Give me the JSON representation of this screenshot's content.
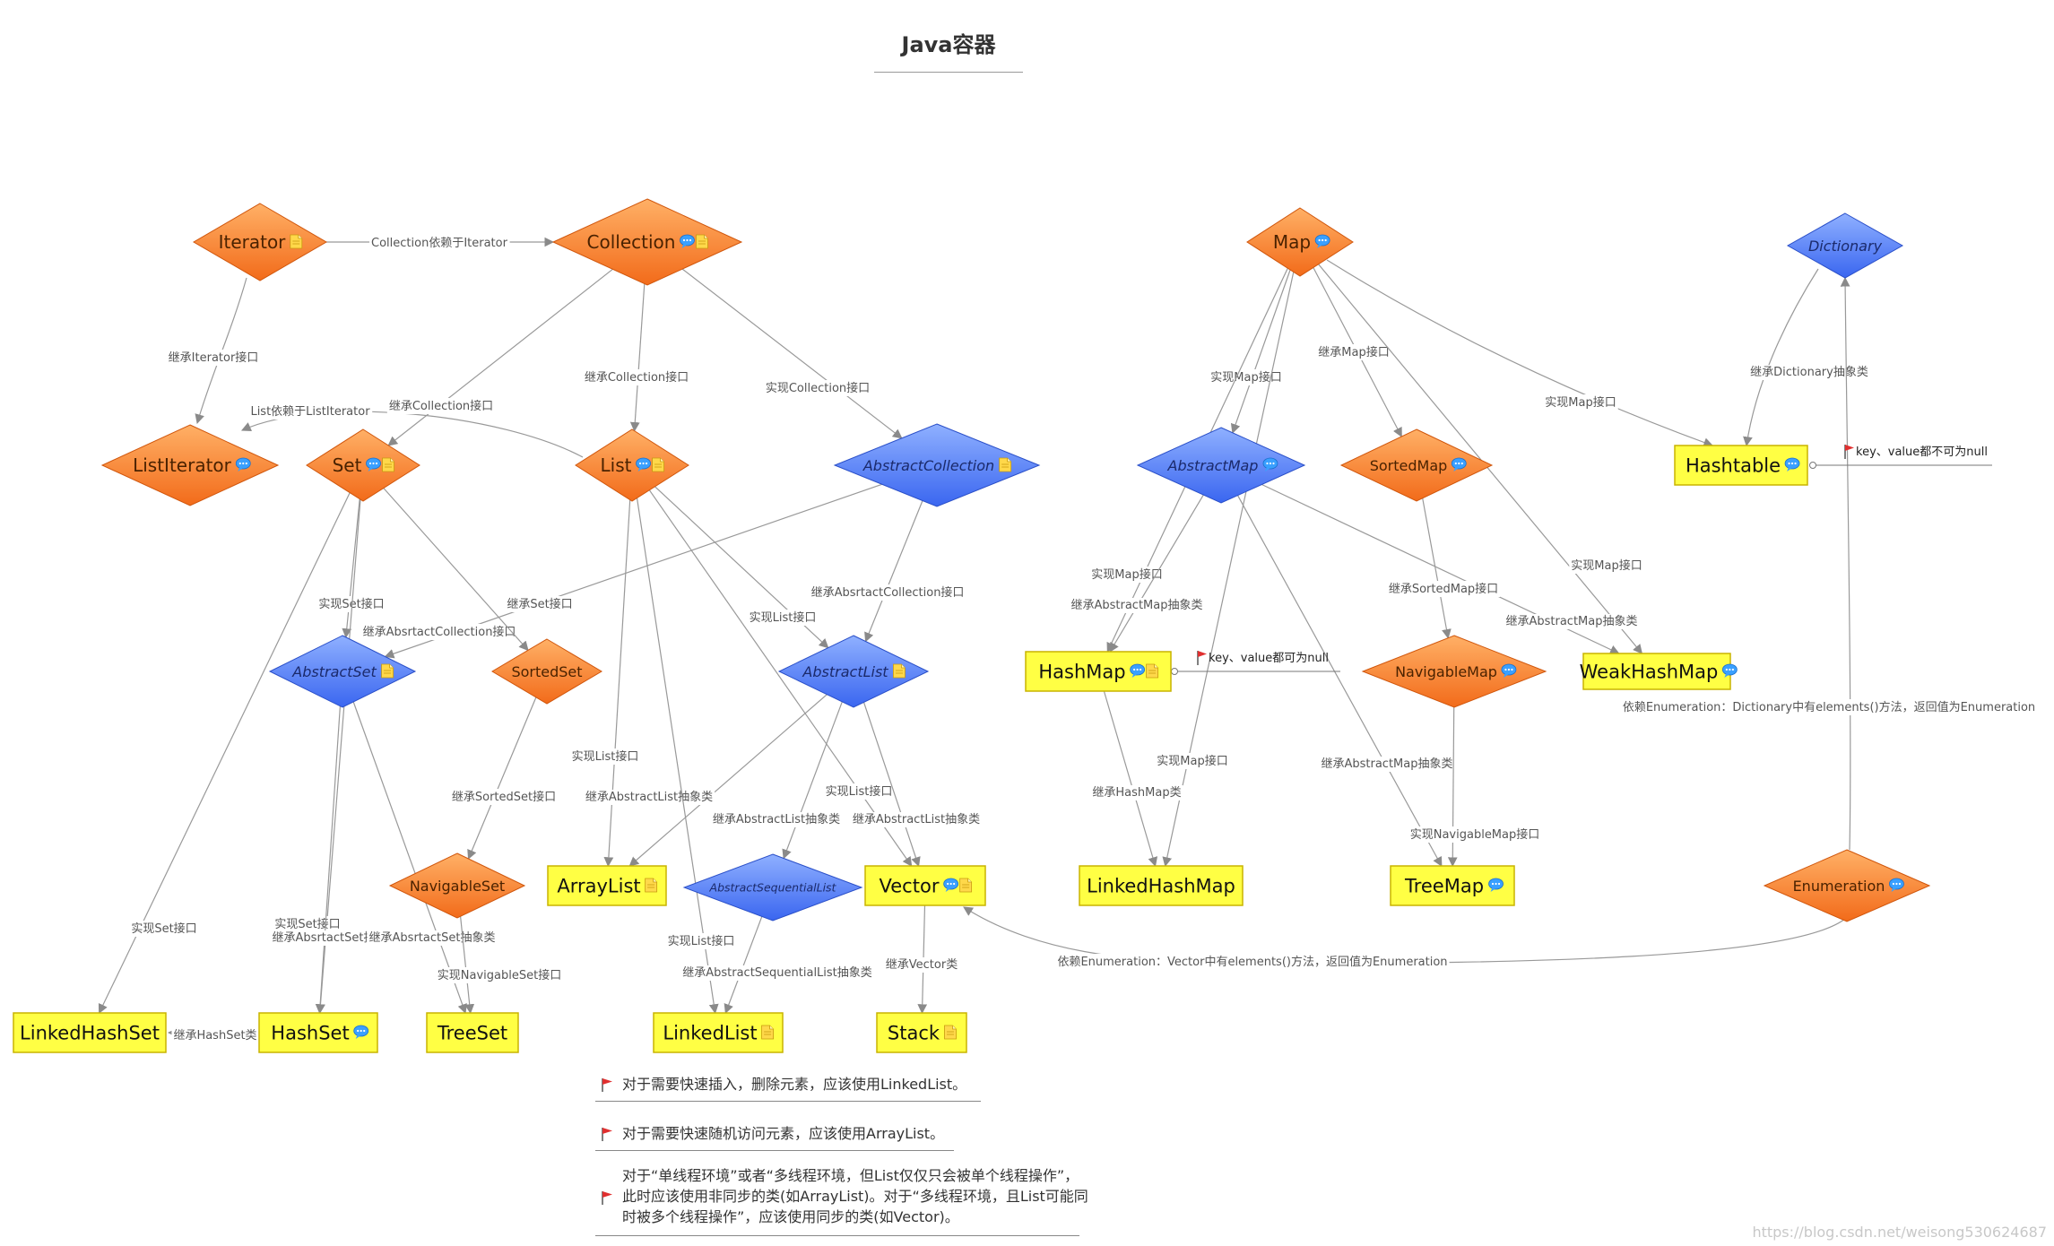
{
  "title": "Java容器",
  "watermark": "https://blog.csdn.net/weisong530624687",
  "colors": {
    "interface_fill_top": "#ffb066",
    "interface_fill_bottom": "#f26b1a",
    "abstract_fill_top": "#8fb0ff",
    "abstract_fill_bottom": "#3a66f0",
    "class_fill": "#ffff44",
    "class_border": "#c8b400",
    "edge": "#999999",
    "flag": "#e03030"
  },
  "nodes": [
    {
      "id": "iterator",
      "label": "Iterator",
      "kind": "interface",
      "icons": [
        "note"
      ]
    },
    {
      "id": "collection",
      "label": "Collection",
      "kind": "interface",
      "icons": [
        "comment",
        "note"
      ]
    },
    {
      "id": "map",
      "label": "Map",
      "kind": "interface",
      "icons": [
        "comment"
      ]
    },
    {
      "id": "dictionary",
      "label": "Dictionary",
      "kind": "abstract",
      "icons": []
    },
    {
      "id": "listiterator",
      "label": "ListIterator",
      "kind": "interface",
      "icons": [
        "comment"
      ]
    },
    {
      "id": "set",
      "label": "Set",
      "kind": "interface",
      "icons": [
        "comment",
        "note"
      ]
    },
    {
      "id": "list",
      "label": "List",
      "kind": "interface",
      "icons": [
        "comment",
        "note"
      ]
    },
    {
      "id": "abstractcollection",
      "label": "AbstractCollection",
      "kind": "abstract",
      "icons": [
        "note"
      ]
    },
    {
      "id": "abstractmap",
      "label": "AbstractMap",
      "kind": "abstract",
      "icons": [
        "comment"
      ]
    },
    {
      "id": "sortedmap",
      "label": "SortedMap",
      "kind": "interface",
      "icons": [
        "comment"
      ]
    },
    {
      "id": "hashtable",
      "label": "Hashtable",
      "kind": "class",
      "icons": [
        "comment"
      ]
    },
    {
      "id": "abstractset",
      "label": "AbstractSet",
      "kind": "abstract",
      "icons": [
        "note"
      ]
    },
    {
      "id": "sortedset",
      "label": "SortedSet",
      "kind": "interface",
      "icons": []
    },
    {
      "id": "abstractlist",
      "label": "AbstractList",
      "kind": "abstract",
      "icons": [
        "note"
      ]
    },
    {
      "id": "hashmap",
      "label": "HashMap",
      "kind": "class",
      "icons": [
        "comment",
        "note"
      ]
    },
    {
      "id": "navigablemap",
      "label": "NavigableMap",
      "kind": "interface",
      "icons": [
        "comment"
      ]
    },
    {
      "id": "weakhashmap",
      "label": "WeakHashMap",
      "kind": "class",
      "icons": [
        "comment"
      ]
    },
    {
      "id": "navigableset",
      "label": "NavigableSet",
      "kind": "interface",
      "icons": []
    },
    {
      "id": "arraylist",
      "label": "ArrayList",
      "kind": "class",
      "icons": [
        "note"
      ]
    },
    {
      "id": "abstractsequentiallist",
      "label": "AbstractSequentialList",
      "kind": "abstract",
      "icons": []
    },
    {
      "id": "vector",
      "label": "Vector",
      "kind": "class",
      "icons": [
        "comment",
        "note"
      ]
    },
    {
      "id": "linkedhashmap",
      "label": "LinkedHashMap",
      "kind": "class",
      "icons": []
    },
    {
      "id": "treemap",
      "label": "TreeMap",
      "kind": "class",
      "icons": [
        "comment"
      ]
    },
    {
      "id": "enumeration",
      "label": "Enumeration",
      "kind": "interface",
      "icons": [
        "comment"
      ]
    },
    {
      "id": "linkedhashset",
      "label": "LinkedHashSet",
      "kind": "class",
      "icons": []
    },
    {
      "id": "hashset",
      "label": "HashSet",
      "kind": "class",
      "icons": [
        "comment"
      ]
    },
    {
      "id": "treeset",
      "label": "TreeSet",
      "kind": "class",
      "icons": []
    },
    {
      "id": "linkedlist",
      "label": "LinkedList",
      "kind": "class",
      "icons": [
        "note"
      ]
    },
    {
      "id": "stack",
      "label": "Stack",
      "kind": "class",
      "icons": [
        "note"
      ]
    }
  ],
  "edges": [
    {
      "from": "iterator",
      "to": "collection",
      "label": "Collection依赖于Iterator"
    },
    {
      "from": "iterator",
      "to": "listiterator",
      "label": "继承Iterator接口"
    },
    {
      "from": "list",
      "to": "listiterator",
      "label": "List依赖于ListIterator"
    },
    {
      "from": "collection",
      "to": "set",
      "label": "继承Collection接口"
    },
    {
      "from": "collection",
      "to": "list",
      "label": "继承Collection接口"
    },
    {
      "from": "collection",
      "to": "abstractcollection",
      "label": "实现Collection接口"
    },
    {
      "from": "set",
      "to": "abstractset",
      "label": "实现Set接口"
    },
    {
      "from": "abstractcollection",
      "to": "abstractset",
      "label": "继承AbsrtactCollection接口"
    },
    {
      "from": "set",
      "to": "sortedset",
      "label": "继承Set接口"
    },
    {
      "from": "abstractcollection",
      "to": "abstractlist",
      "label": "继承AbsrtactCollection接口"
    },
    {
      "from": "list",
      "to": "abstractlist",
      "label": "实现List接口"
    },
    {
      "from": "set",
      "to": "linkedhashset",
      "label": "实现Set接口"
    },
    {
      "from": "set",
      "to": "hashset",
      "label": "实现Set接口"
    },
    {
      "from": "abstractset",
      "to": "hashset",
      "label": "继承AbsrtactSet抽象类"
    },
    {
      "from": "abstractset",
      "to": "treeset",
      "label": "继承AbsrtactSet抽象类"
    },
    {
      "from": "hashset",
      "to": "linkedhashset",
      "label": "继承HashSet类"
    },
    {
      "from": "sortedset",
      "to": "navigableset",
      "label": "继承SortedSet接口"
    },
    {
      "from": "navigableset",
      "to": "treeset",
      "label": "实现NavigableSet接口"
    },
    {
      "from": "list",
      "to": "arraylist",
      "label": "实现List接口"
    },
    {
      "from": "abstractlist",
      "to": "arraylist",
      "label": "继承AbstractList抽象类"
    },
    {
      "from": "abstractlist",
      "to": "abstractsequentiallist",
      "label": "继承AbstractList抽象类"
    },
    {
      "from": "list",
      "to": "vector",
      "label": "实现List接口"
    },
    {
      "from": "abstractlist",
      "to": "vector",
      "label": "继承AbstractList抽象类"
    },
    {
      "from": "list",
      "to": "linkedlist",
      "label": "实现List接口"
    },
    {
      "from": "abstractsequentiallist",
      "to": "linkedlist",
      "label": "继承AbstractSequentialList抽象类"
    },
    {
      "from": "vector",
      "to": "stack",
      "label": "继承Vector类"
    },
    {
      "from": "map",
      "to": "abstractmap",
      "label": "实现Map接口"
    },
    {
      "from": "map",
      "to": "sortedmap",
      "label": "继承Map接口"
    },
    {
      "from": "map",
      "to": "hashtable",
      "label": "实现Map接口"
    },
    {
      "from": "dictionary",
      "to": "hashtable",
      "label": "继承Dictionary抽象类"
    },
    {
      "from": "map",
      "to": "hashmap",
      "label": "实现Map接口"
    },
    {
      "from": "abstractmap",
      "to": "hashmap",
      "label": "继承AbstractMap抽象类"
    },
    {
      "from": "map",
      "to": "weakhashmap",
      "label": "实现Map接口"
    },
    {
      "from": "abstractmap",
      "to": "weakhashmap",
      "label": "继承AbstractMap抽象类"
    },
    {
      "from": "sortedmap",
      "to": "navigablemap",
      "label": "继承SortedMap接口"
    },
    {
      "from": "map",
      "to": "linkedhashmap",
      "label": "实现Map接口"
    },
    {
      "from": "hashmap",
      "to": "linkedhashmap",
      "label": "继承HashMap类"
    },
    {
      "from": "abstractmap",
      "to": "treemap",
      "label": "继承AbstractMap抽象类"
    },
    {
      "from": "navigablemap",
      "to": "treemap",
      "label": "实现NavigableMap接口"
    },
    {
      "from": "enumeration",
      "to": "dictionary",
      "label": "依赖Enumeration：Dictionary中有elements()方法，返回值为Enumeration"
    },
    {
      "from": "enumeration",
      "to": "vector",
      "label": "依赖Enumeration：Vector中有elements()方法，返回值为Enumeration"
    }
  ],
  "callouts": [
    {
      "target": "hashtable",
      "text": "key、value都不可为null"
    },
    {
      "target": "hashmap",
      "text": "key、value都可为null"
    }
  ],
  "notes": [
    "对于需要快速插入，删除元素，应该使用LinkedList。",
    "对于需要快速随机访问元素，应该使用ArrayList。",
    "对于“单线程环境”或者“多线程环境，但List仅仅只会被单个线程操作”，此时应该使用非同步的类(如ArrayList)。对于“多线程环境，且List可能同时被多个线程操作”，应该使用同步的类(如Vector)。"
  ]
}
